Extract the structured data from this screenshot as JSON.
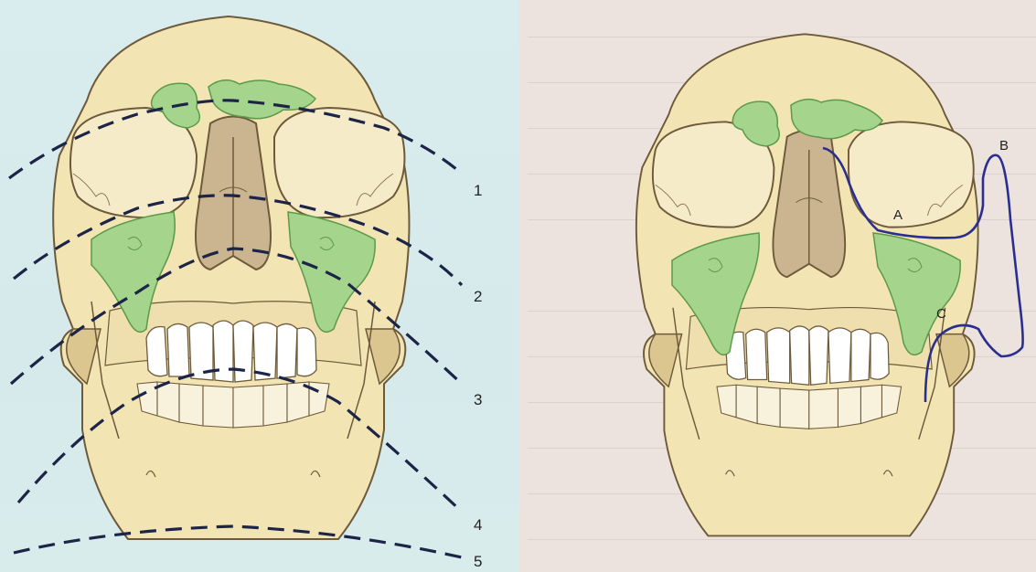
{
  "left_figure": {
    "line_labels": [
      "1",
      "2",
      "3",
      "4",
      "5"
    ]
  },
  "right_figure": {
    "region_labels": [
      "A",
      "B",
      "C"
    ]
  },
  "colors": {
    "bone": "#f3e4b4",
    "bone_shadow": "#dcc690",
    "outline": "#6d5a3a",
    "sinus": "#a5d48c",
    "sinus_edge": "#5c9a4a",
    "dashed_line": "#1c2447",
    "fracture_outline": "#2a2f8f",
    "nasal_cavity": "#cbb590"
  }
}
